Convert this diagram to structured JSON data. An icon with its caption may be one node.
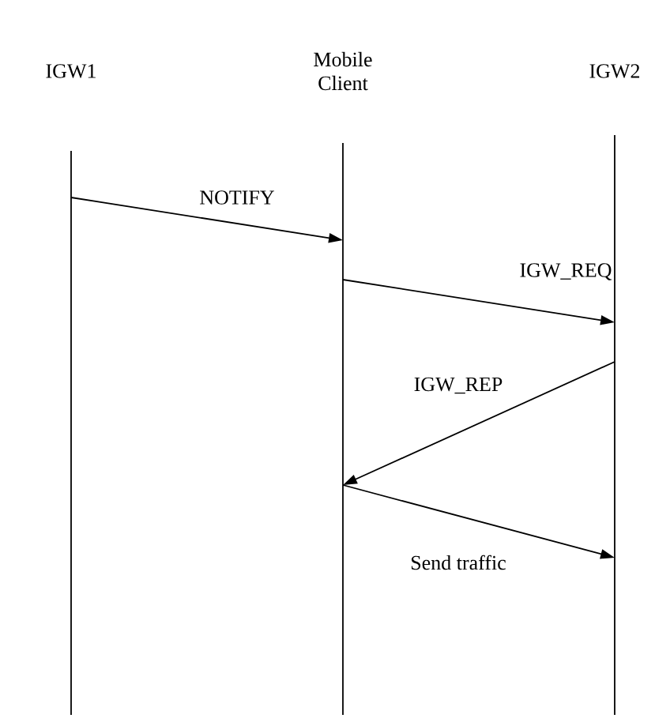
{
  "diagram": {
    "nodes": [
      {
        "text": [
          "IGW1"
        ]
      },
      {
        "text": [
          "Mobile Client"
        ]
      },
      {
        "text": [
          "IGW2"
        ]
      }
    ],
    "edges": [
      {
        "from": 0,
        "to": 1,
        "arrow": "to",
        "label": "NOTIFY"
      },
      {
        "from": 1,
        "to": 2,
        "arrow": "to",
        "label": "IGW_REQ"
      },
      {
        "from": 2,
        "to": 1,
        "arrow": "to",
        "label": "IGW_REP"
      },
      {
        "from": 1,
        "to": 2,
        "arrow": "to",
        "label": "Send traffic"
      }
    ]
  }
}
